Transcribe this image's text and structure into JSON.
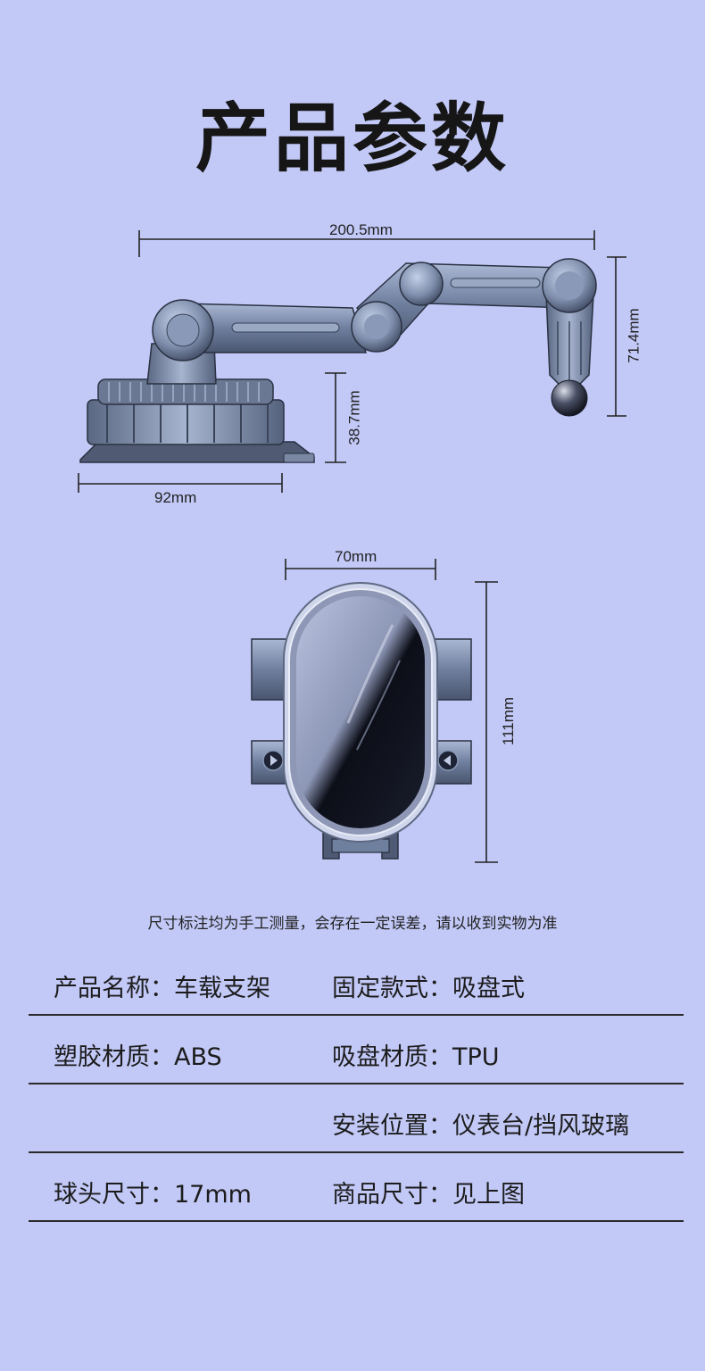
{
  "title": "产品参数",
  "dimensions": {
    "width_total": "200.5mm",
    "height_arm": "71.4mm",
    "height_base": "38.7mm",
    "width_base": "92mm",
    "width_holder": "70mm",
    "height_holder": "111mm"
  },
  "note": "尺寸标注均为手工测量，会存在一定误差，请以收到实物为准",
  "specs": [
    {
      "left": "产品名称：车载支架",
      "right": "固定款式：吸盘式"
    },
    {
      "left": "塑胶材质：ABS",
      "right": "吸盘材质：TPU"
    },
    {
      "left": "",
      "right": "安装位置：仪表台/挡风玻璃"
    },
    {
      "left": "球头尺寸：17mm",
      "right": "商品尺寸：见上图"
    }
  ]
}
